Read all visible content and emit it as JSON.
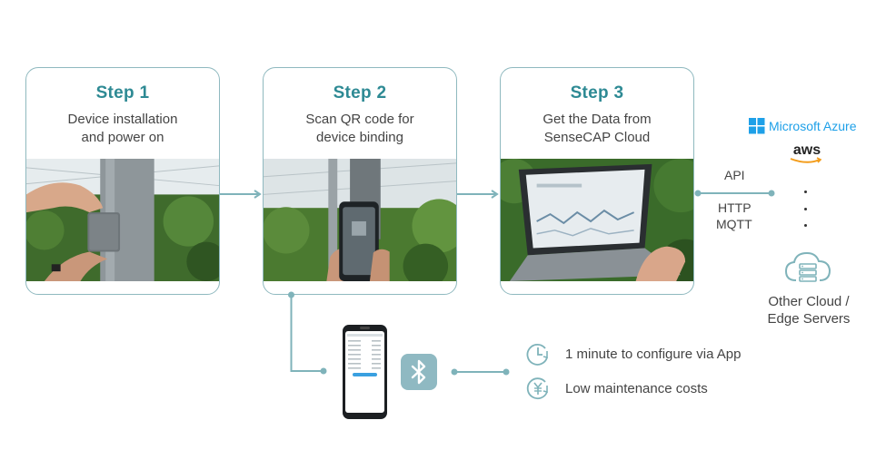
{
  "steps": [
    {
      "title": "Step 1",
      "desc_line1": "Device installation",
      "desc_line2": "and power on"
    },
    {
      "title": "Step 2",
      "desc_line1": "Scan QR code for",
      "desc_line2": "device binding"
    },
    {
      "title": "Step 3",
      "desc_line1": "Get the Data from",
      "desc_line2": "SenseCAP Cloud"
    }
  ],
  "connections": {
    "api": "API",
    "http": "HTTP",
    "mqtt": "MQTT"
  },
  "providers": {
    "azure": "Microsoft Azure",
    "aws": "aws"
  },
  "other_cloud": {
    "line1": "Other Cloud /",
    "line2": "Edge Servers"
  },
  "features": [
    {
      "icon": "clock-icon",
      "text": "1 minute to configure via App"
    },
    {
      "icon": "yen-cost-icon",
      "text": "Low maintenance costs"
    }
  ],
  "colors": {
    "accent": "#2e8a94",
    "border": "#8fb9bf",
    "connector": "#7fb3ba",
    "bluetooth_badge": "#8fb9c2"
  }
}
